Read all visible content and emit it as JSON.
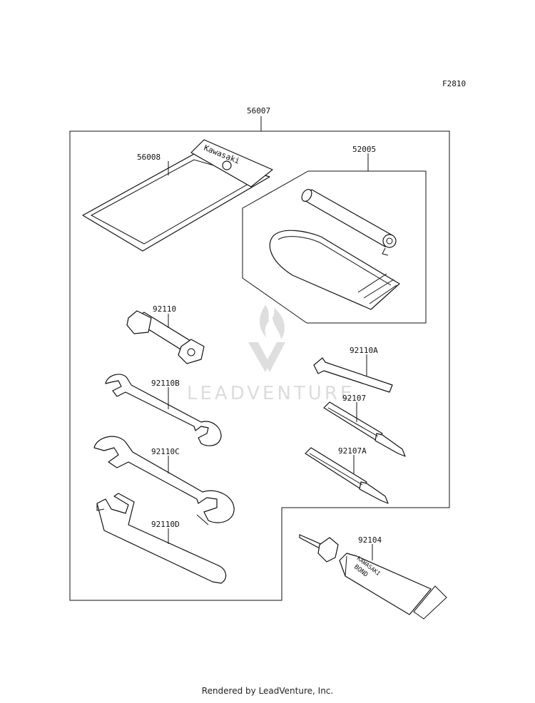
{
  "diagram_code": "F2810",
  "callouts": {
    "kit": "56007",
    "pouch": "56008",
    "pump_kit": "52005",
    "box_wrench": "92110",
    "hex_key": "92110A",
    "wrench_b": "92110B",
    "screwdriver": "92107",
    "wrench_c": "92110C",
    "screwdriver_a": "92107A",
    "spanner_d": "92110D",
    "bond": "92104"
  },
  "pouch_brand": "Kawasaki",
  "tube_brand": "KAWASAKI",
  "tube_product": "BOND",
  "watermark": "LEADVENTURE",
  "footer": "Rendered by LeadVenture, Inc."
}
